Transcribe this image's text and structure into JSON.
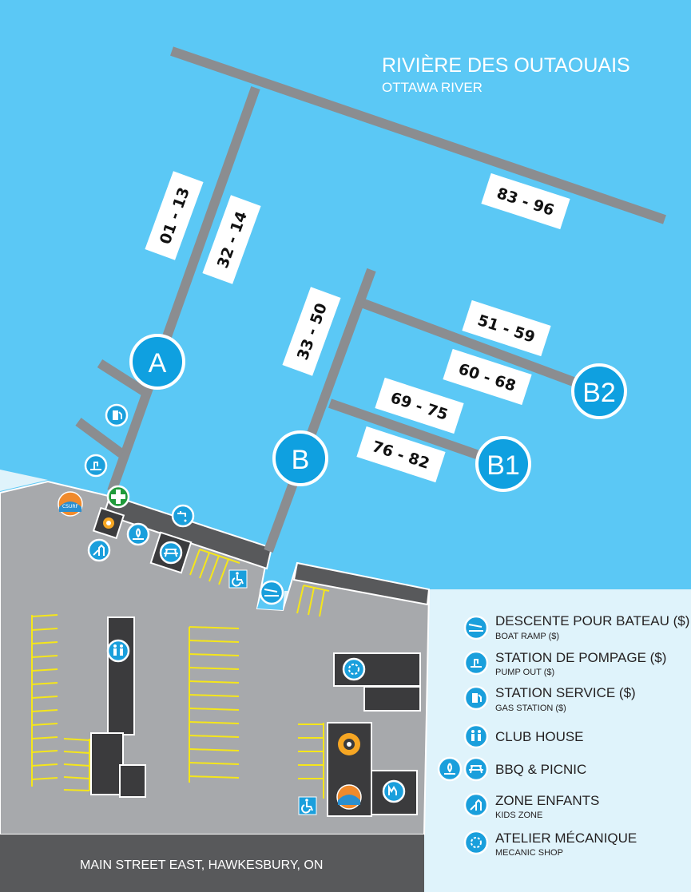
{
  "river": {
    "title": "RIVIÈRE DES OUTAOUAIS",
    "subtitle": "OTTAWA RIVER"
  },
  "street": "MAIN STREET EAST, HAWKESBURY, ON",
  "docks": {
    "A": "A",
    "B": "B",
    "B1": "B1",
    "B2": "B2"
  },
  "slips": [
    "01 - 13",
    "32 - 14",
    "33 - 50",
    "83 - 96",
    "51 - 59",
    "60 - 68",
    "69 - 75",
    "76 - 82"
  ],
  "legend": [
    {
      "title": "DESCENTE POUR BATEAU ($)",
      "subtitle": "BOAT RAMP ($)",
      "icon": "boat-ramp-icon"
    },
    {
      "title": "STATION DE POMPAGE ($)",
      "subtitle": "PUMP OUT ($)",
      "icon": "pump-out-icon"
    },
    {
      "title": "STATION SERVICE ($)",
      "subtitle": "GAS STATION ($)",
      "icon": "gas-station-icon"
    },
    {
      "title": "CLUB HOUSE",
      "icon": "club-house-icon"
    },
    {
      "title": "BBQ & PICNIC",
      "icon": "bbq-picnic-icon"
    },
    {
      "title": "ZONE ENFANTS",
      "subtitle": "KIDS ZONE",
      "icon": "kids-zone-icon"
    },
    {
      "title": "ATELIER MÉCANIQUE",
      "subtitle": "MECANIC SHOP",
      "icon": "mechanic-shop-icon"
    }
  ],
  "logos": {
    "csurf": "CSURF"
  },
  "colors": {
    "water": "#5bc8f5",
    "land": "#a7a9ac",
    "icon": "#1a9fdc",
    "dock_marker": "#0fa0e0",
    "first_aid": "#1f9a3a"
  }
}
